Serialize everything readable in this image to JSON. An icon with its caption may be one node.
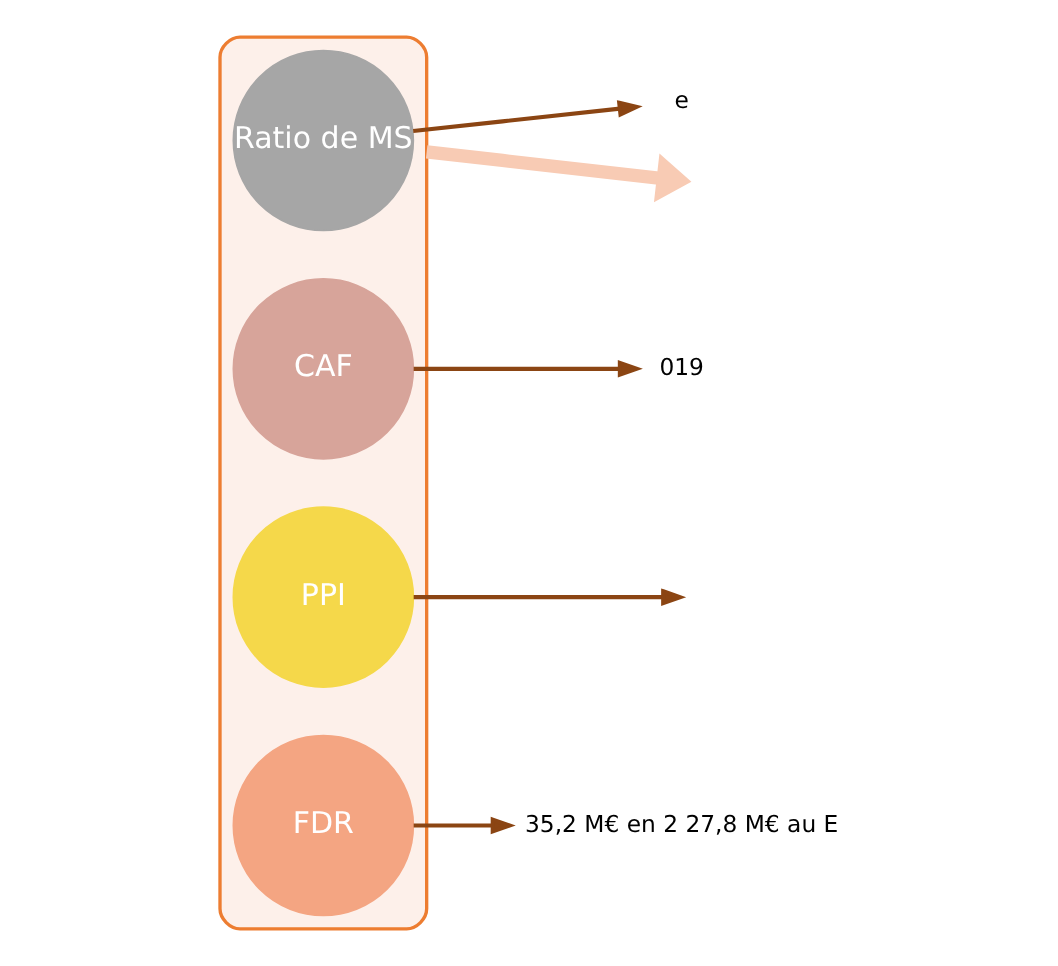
{
  "diagram": {
    "nodes": [
      {
        "text": [],
        "shape": "funnel"
      },
      {
        "text": [
          "Ratio de MS"
        ],
        "in": 0
      },
      {
        "text": [
          "CAF"
        ],
        "in": 0
      },
      {
        "text": [
          "PPI"
        ],
        "in": 0
      },
      {
        "text": [
          "FDR"
        ],
        "in": 0
      },
      {
        "text": [
          "e"
        ]
      },
      {
        "text": [
          "019"
        ]
      },
      {
        "text": [
          "35,2 M€ en 2 27,8 M€ au E"
        ]
      }
    ],
    "edges": [
      {
        "from": 1,
        "to": 5,
        "arrow": "to"
      },
      {
        "from": 2,
        "to": 6,
        "arrow": "to"
      },
      {
        "from": 3,
        "to": null,
        "arrow": "to"
      },
      {
        "from": 4,
        "to": 7,
        "arrow": "to"
      },
      {
        "from": 0,
        "to": null,
        "arrow": "to",
        "style": "thick",
        "color": "#f8cbb4"
      }
    ]
  }
}
